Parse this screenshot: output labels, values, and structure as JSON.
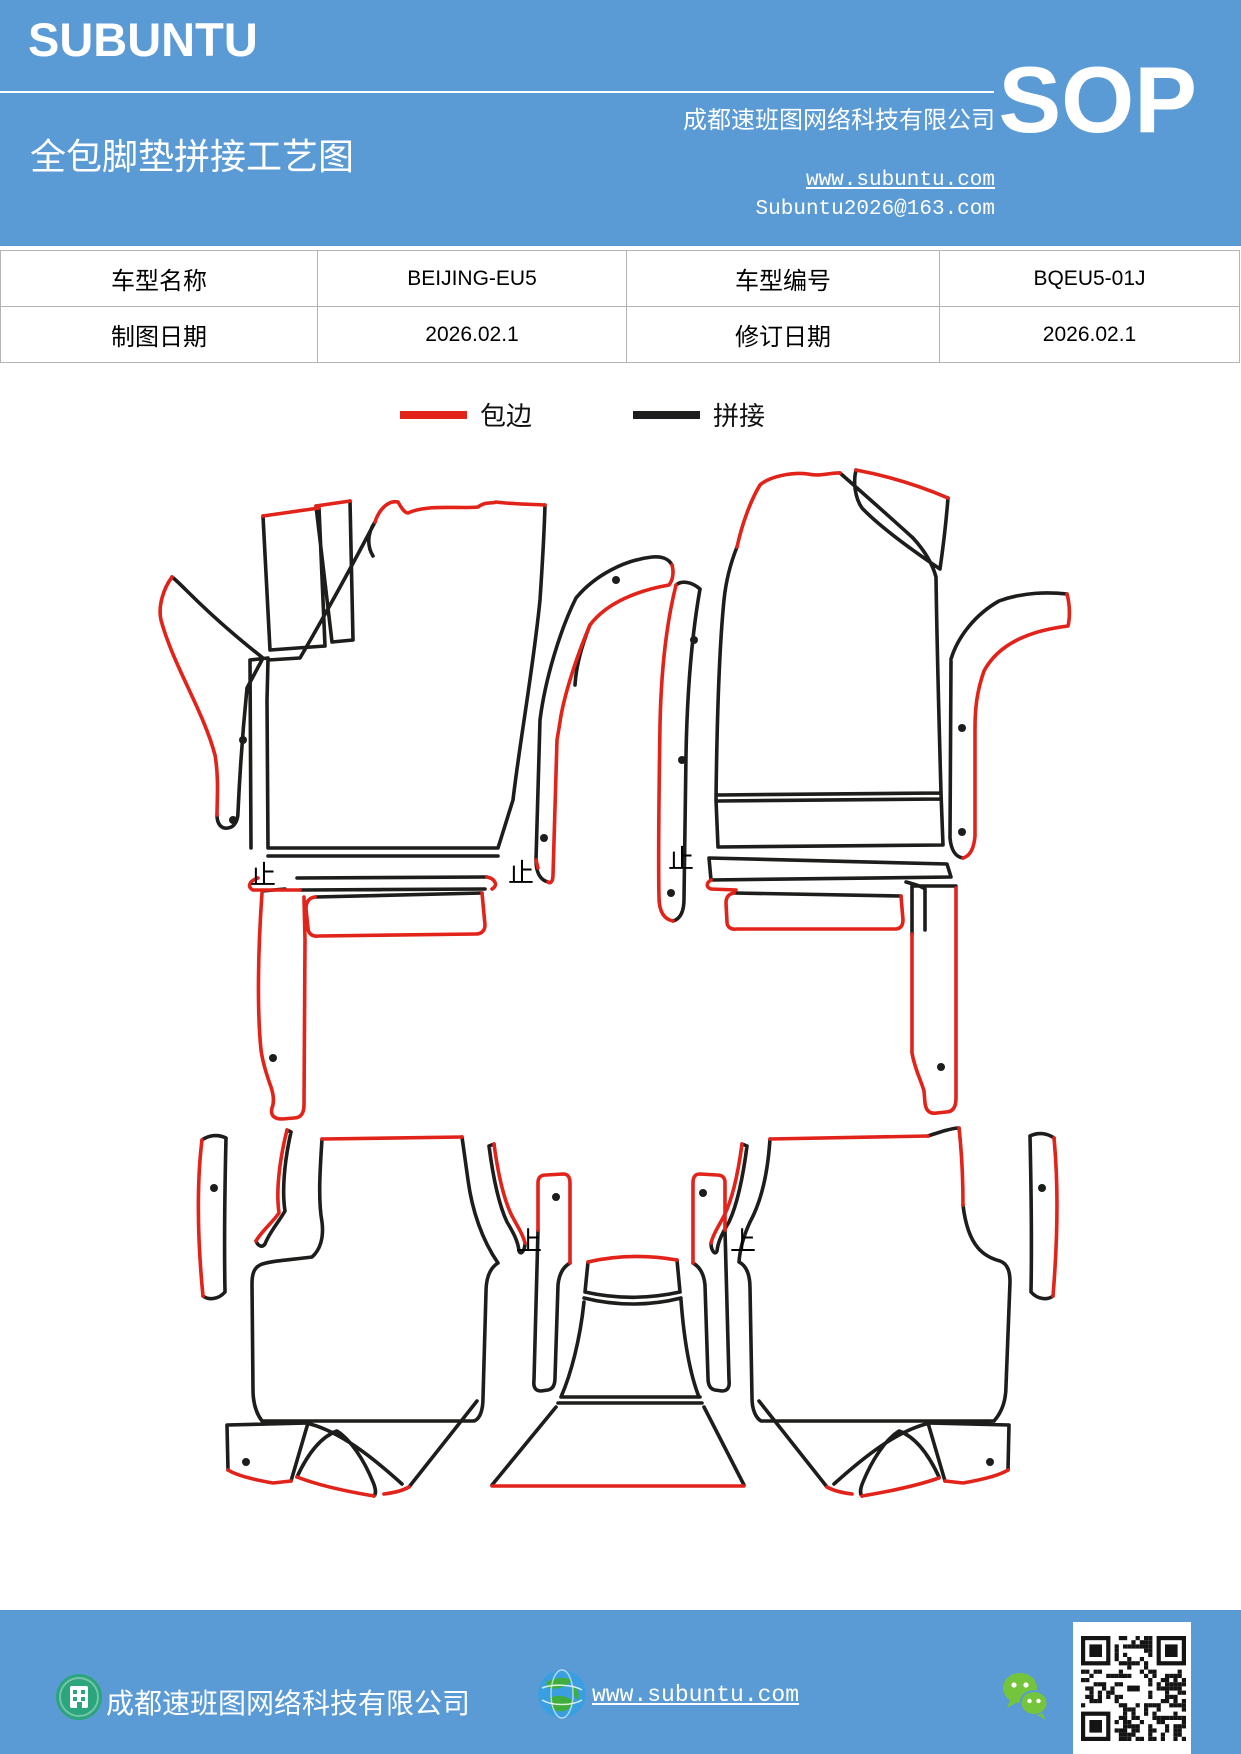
{
  "colors": {
    "header_blue": "#5b9bd5",
    "line_black": "#1d1d1b",
    "edge_red": "#e2231a",
    "table_border": "#b3b3b3",
    "footer_icon_green": "#2ba57c",
    "wechat_green": "#74c43c",
    "globe_blue": "#3a9fe0",
    "globe_green": "#3fae3f",
    "qr_black": "#141414"
  },
  "header": {
    "brand": "SUBUNTU",
    "title": "全包脚垫拼接工艺图",
    "company": "成都速班图网络科技有限公司",
    "website": "www.subuntu.com",
    "email": "Subuntu2026@163.com",
    "sop": "SOP"
  },
  "info_table": {
    "rows": [
      {
        "cells": [
          "车型名称",
          "BEIJING-EU5",
          "车型编号",
          "BQEU5-01J"
        ]
      },
      {
        "cells": [
          "制图日期",
          "2026.02.1",
          "修订日期",
          "2026.02.1"
        ]
      }
    ]
  },
  "legend": {
    "items": [
      {
        "label": "包边",
        "color": "#e2231a"
      },
      {
        "label": "拼接",
        "color": "#1d1d1b"
      }
    ]
  },
  "diagram": {
    "marks": {
      "stop": "止",
      "up": "上"
    }
  },
  "footer": {
    "company": "成都速班图网络科技有限公司",
    "website": "www.subuntu.com "
  }
}
